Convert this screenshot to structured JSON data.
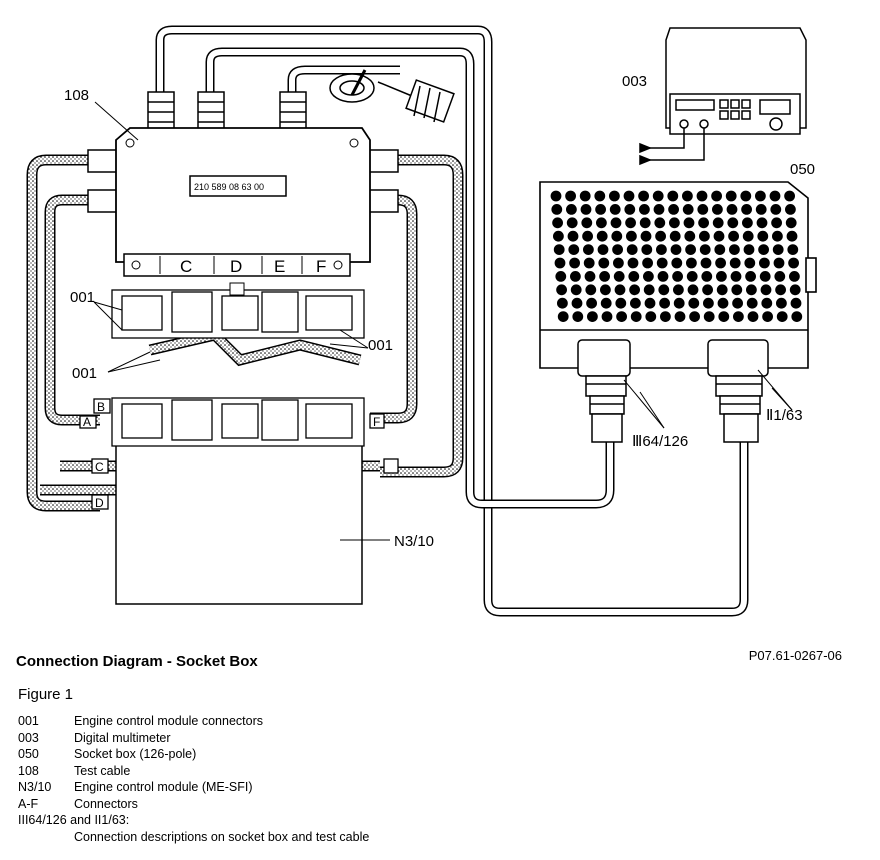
{
  "labels": {
    "test_cable": "108",
    "multimeter": "003",
    "socket_box": "050",
    "connectors_001_left_top": "001",
    "connectors_001_left_bottom": "001",
    "connectors_001_right": "001",
    "ecm": "N3/10",
    "socket_iii": "Ⅲ64/126",
    "socket_ii": "Ⅱ1/63",
    "part_number": "210 589 08 63 00",
    "conn_top": [
      "C",
      "D",
      "E",
      "F"
    ],
    "conn_side_b": "B",
    "conn_side_a": "A",
    "conn_side_f": "F",
    "conn_c": "C",
    "conn_d": "D"
  },
  "caption": {
    "title": "Connection Diagram - Socket Box",
    "code": "P07.61-0267-06",
    "figure": "Figure 1"
  },
  "legend": [
    {
      "key": "001",
      "text": "Engine control module connectors"
    },
    {
      "key": "003",
      "text": "Digital multimeter"
    },
    {
      "key": "050",
      "text": "Socket box (126-pole)"
    },
    {
      "key": "108",
      "text": "Test cable"
    },
    {
      "key": "N3/10",
      "text": "Engine control module (ME-SFI)"
    },
    {
      "key": "A-F",
      "text": "Connectors"
    }
  ],
  "legend_tail": {
    "key": "III64/126 and II1/63:",
    "text": "Connection descriptions on socket box and test cable"
  }
}
